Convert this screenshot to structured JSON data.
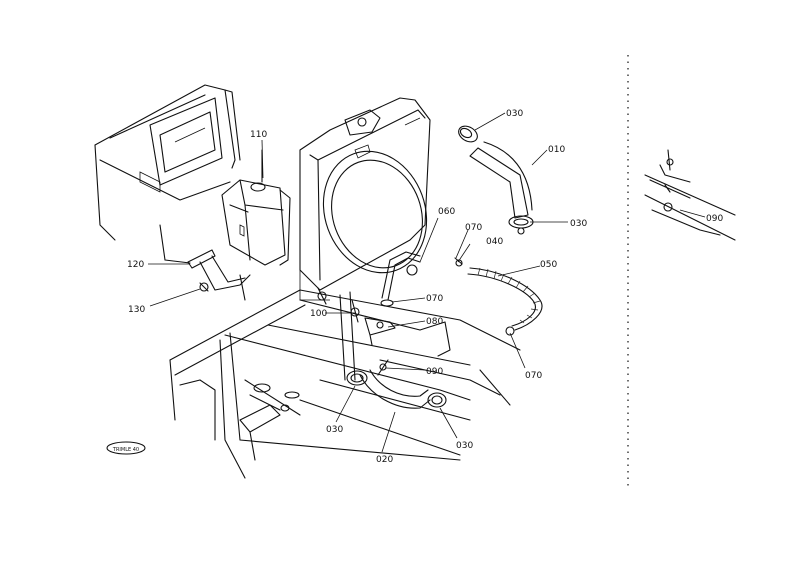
{
  "labels": {
    "p010": "010",
    "p020": "020",
    "p030": "030",
    "p040": "040",
    "p050": "050",
    "p060": "060",
    "p070": "070",
    "p080": "080",
    "p090": "090",
    "p100": "100",
    "p110": "110",
    "p120": "120",
    "p130": "130"
  },
  "stamp": "TRIMLE 40"
}
